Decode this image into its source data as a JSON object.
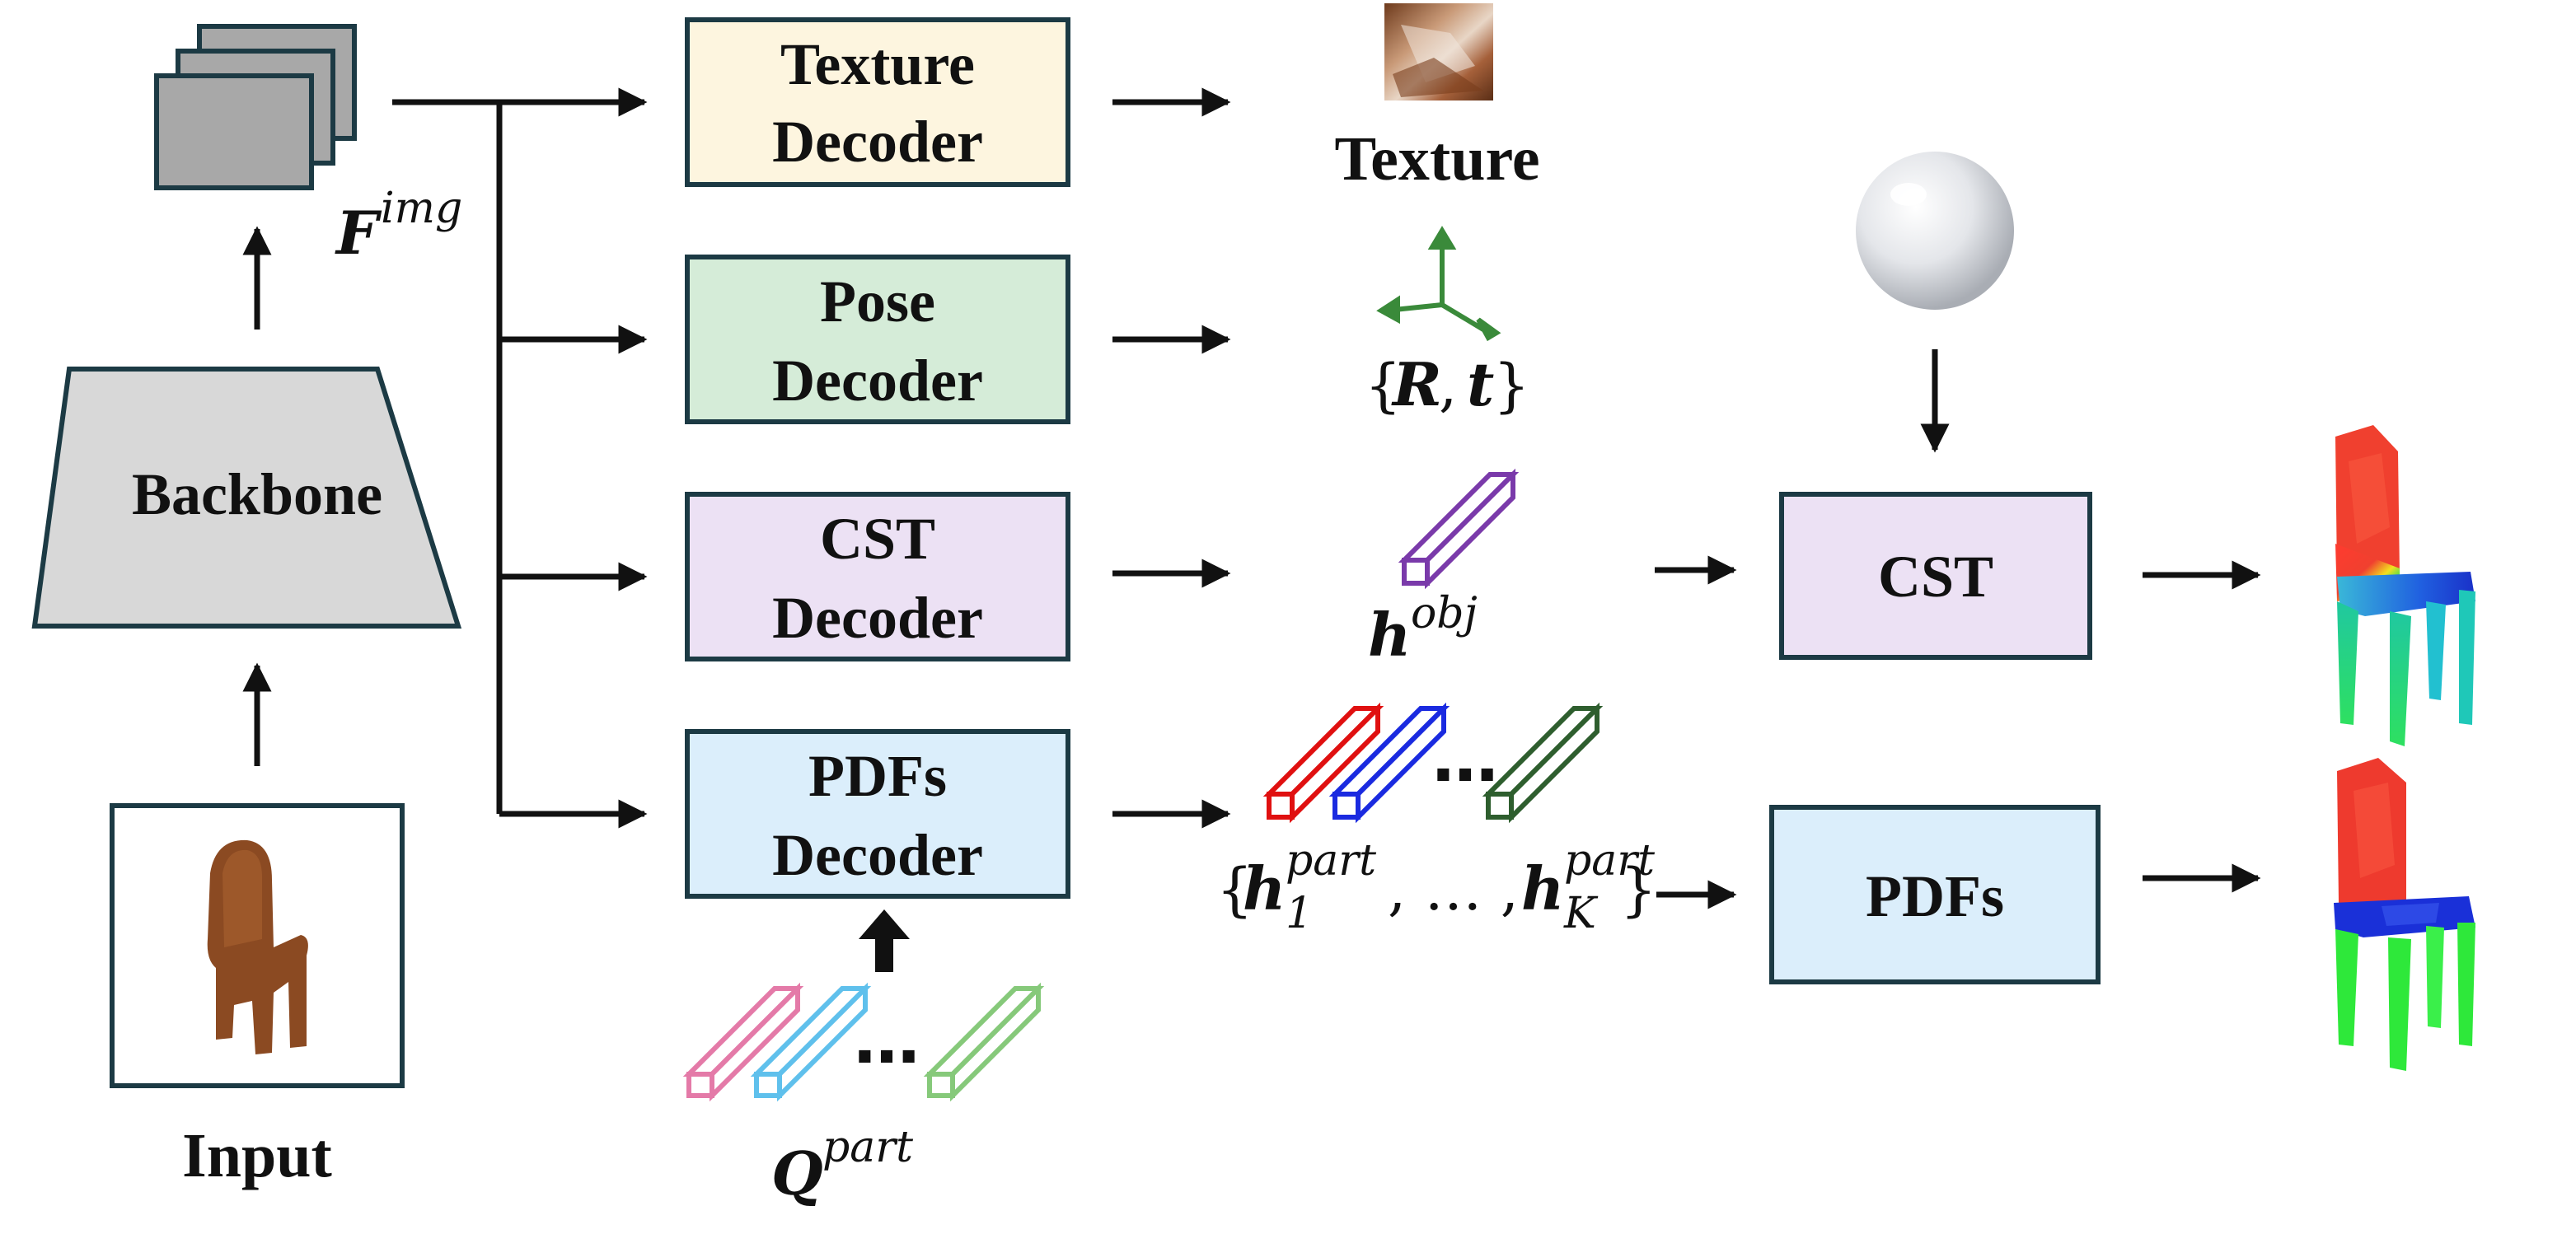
{
  "diagram": {
    "backbone_label": "Backbone",
    "input_label": "Input",
    "feature_symbol": "F",
    "feature_superscript": "img",
    "decoders": {
      "texture": [
        "Texture",
        "Decoder"
      ],
      "pose": [
        "Pose",
        "Decoder"
      ],
      "cst": [
        "CST",
        "Decoder"
      ],
      "pdfs": [
        "PDFs",
        "Decoder"
      ]
    },
    "outputs": {
      "texture_label": "Texture",
      "pose_open": "{",
      "pose_R": "R",
      "pose_comma": ",",
      "pose_t": "t",
      "pose_close": "}",
      "obj_symbol": "h",
      "obj_superscript": "obj",
      "part_open": "{",
      "part_h1": "h",
      "part_sub1": "1",
      "part_sup": "part",
      "part_mid": ", … ,",
      "part_hK": "h",
      "part_subK": "K",
      "part_close": "}",
      "dots": "…"
    },
    "query_symbol": "Q",
    "query_superscript": "part",
    "right_blocks": {
      "cst": "CST",
      "pdfs": "PDFs"
    },
    "colors": {
      "texture_fill": "#fdf5df",
      "pose_fill": "#d5ecd8",
      "cst_fill": "#ece1f4",
      "pdfs_fill": "#dbeefb",
      "backbone_fill": "#d8d8d8",
      "box_stroke": "#1c3a44",
      "pose_axes": "#3a8a3a",
      "obj_vector": "#7a3aaa",
      "part_red": "#e01010",
      "part_blue": "#1a2ae0",
      "part_dark_green": "#2e5e2e",
      "query_pink": "#e47aa8",
      "query_cyan": "#5fc0ec",
      "query_green": "#86c97a"
    }
  }
}
